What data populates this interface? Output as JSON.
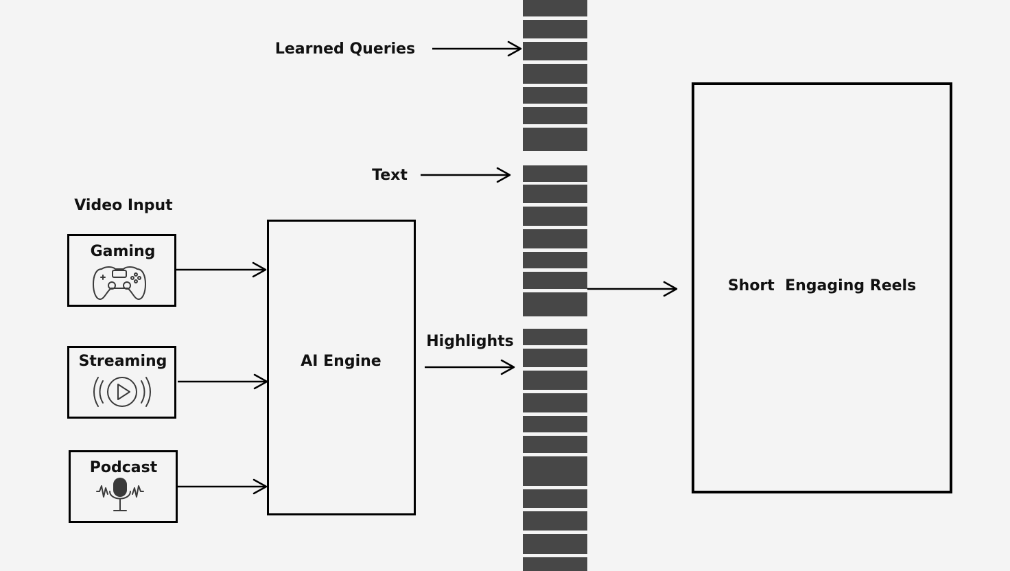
{
  "video_input": {
    "heading": "Video Input",
    "sources": [
      {
        "label": "Gaming",
        "icon": "gamepad-icon"
      },
      {
        "label": "Streaming",
        "icon": "broadcast-play-icon"
      },
      {
        "label": "Podcast",
        "icon": "microphone-icon"
      }
    ]
  },
  "engine": {
    "label": "AI Engine"
  },
  "labels": {
    "learned_queries": "Learned Queries",
    "text": "Text",
    "highlights": "Highlights"
  },
  "output": {
    "label": "Short  Engaging Reels"
  },
  "colors": {
    "background": "#f4f4f4",
    "token": "#474747",
    "stroke": "#000000"
  }
}
